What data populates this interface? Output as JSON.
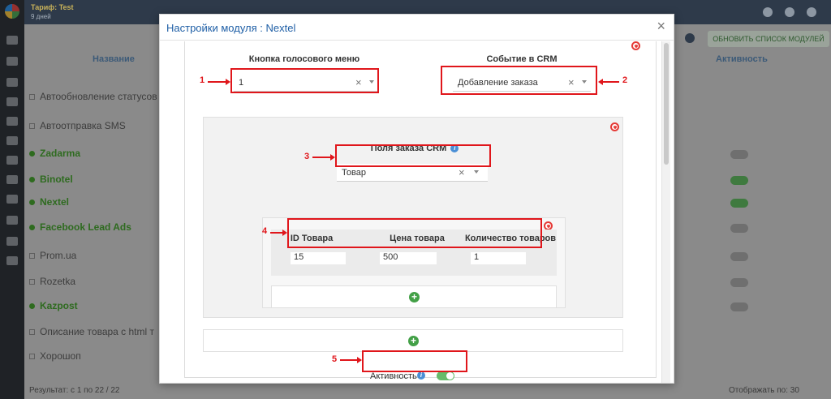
{
  "app": {
    "tariff_label": "Тариф:",
    "tariff_value": "Test",
    "days_left": "9 дней",
    "col_name": "Название",
    "col_active": "Активность",
    "refresh_button": "ОБНОВИТЬ СПИСОК МОДУЛЕЙ",
    "modules": [
      {
        "name": "Автообновление статусов",
        "active": false
      },
      {
        "name": "Автоотправка SMS",
        "active": false
      },
      {
        "name": "Zadarma",
        "active": true
      },
      {
        "name": "Binotel",
        "active": true
      },
      {
        "name": "Nextel",
        "active": true
      },
      {
        "name": "Facebook Lead Ads",
        "active": true
      },
      {
        "name": "Prom.ua",
        "active": false
      },
      {
        "name": "Rozetka",
        "active": false
      },
      {
        "name": "Kazpost",
        "active": true
      },
      {
        "name": "Описание товара с html т",
        "active": false
      },
      {
        "name": "Хорошоп",
        "active": false
      }
    ],
    "results_label": "Результат: с 1 по 22 / 22",
    "per_page_label": "Отображать по:",
    "per_page_value": "30"
  },
  "modal": {
    "title": "Настройки модуля : Nextel",
    "close_glyph": "×",
    "voice_menu_label": "Кнопка голосового меню",
    "voice_menu_value": "1",
    "crm_event_label": "Событие в CRM",
    "crm_event_value": "Добавление заказа",
    "order_fields_label": "Поля заказа CRM",
    "order_field_value": "Товар",
    "product_id_label": "ID Товара",
    "product_price_label": "Цена товара",
    "product_qty_label": "Количество товаров",
    "product_id_value": "15",
    "product_price_value": "500",
    "product_qty_value": "1",
    "active_label": "Активность",
    "active_on": true,
    "add_glyph": "+",
    "clear_glyph": "×"
  },
  "callouts": {
    "c1": "1",
    "c2": "2",
    "c3": "3",
    "c4": "4",
    "c5": "5"
  },
  "colors": {
    "accent": "#1f5fa6",
    "callout_red": "#e0161b",
    "toggle_on": "#66bb6a",
    "add_green": "#43a047"
  },
  "icons": {
    "close": "close-icon",
    "remove": "remove-circle-icon",
    "add": "plus-circle-icon",
    "info": "info-icon",
    "dropdown": "chevron-down-icon"
  }
}
